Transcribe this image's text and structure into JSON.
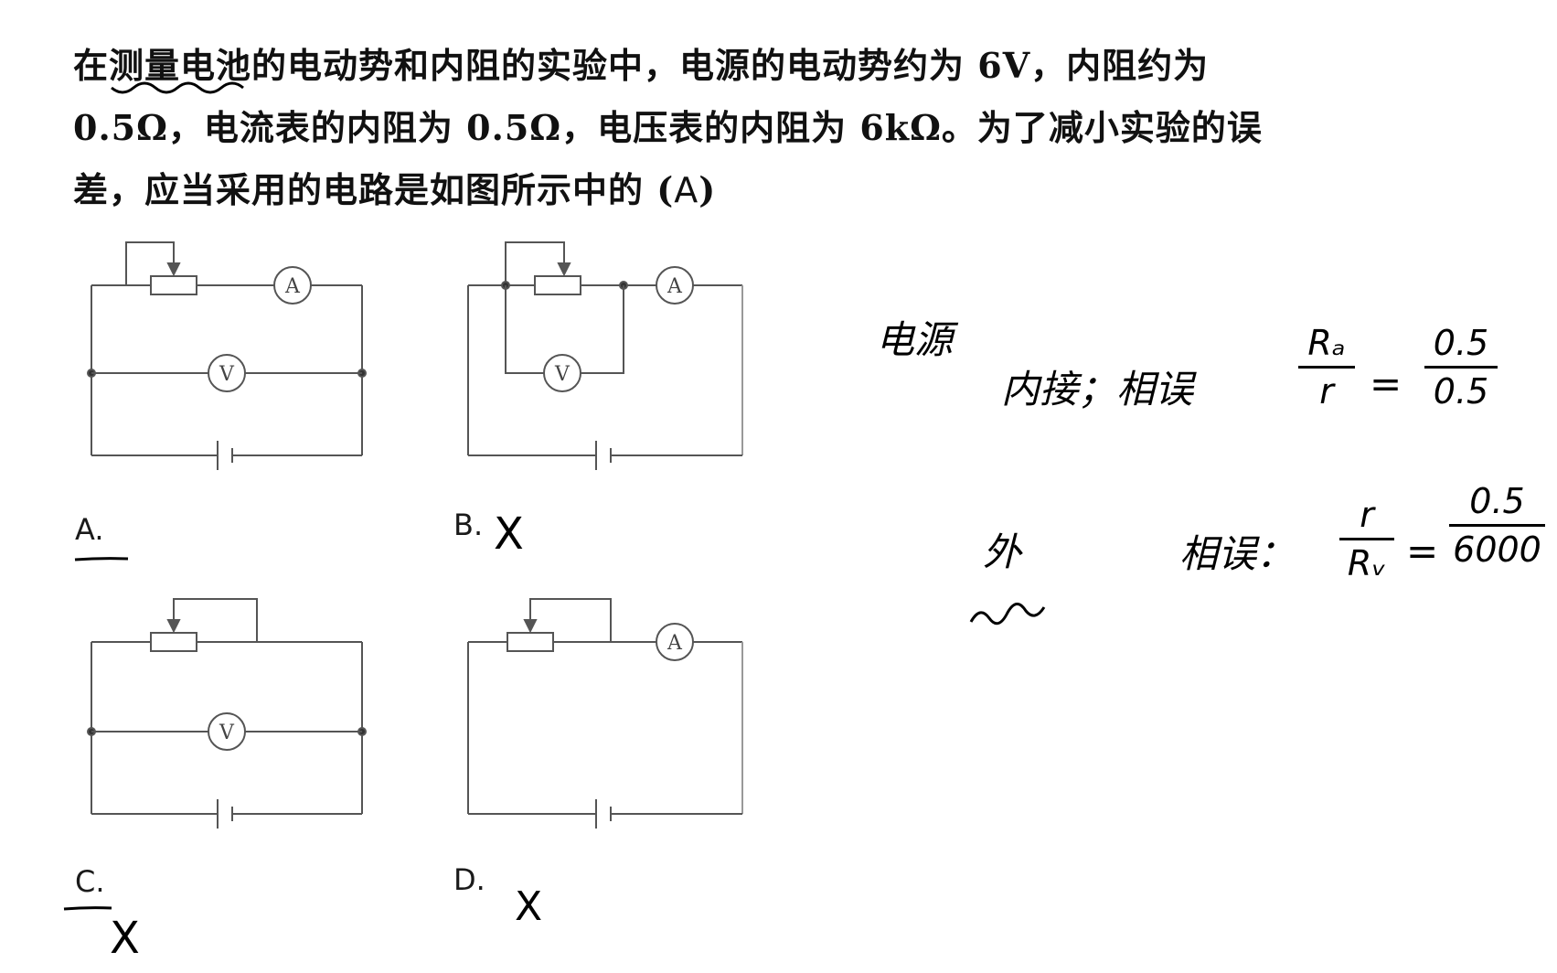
{
  "question": {
    "line1_pre": "在",
    "line1_underlined": "测量电池",
    "line1_post": "的电动势和内阻的实验中，电源的电动势约为 6V，内阻约为",
    "line2": "0.5Ω，电流表的内阻为 0.5Ω，电压表的内阻为 6kΩ。为了减小实验的误",
    "line3_pre": "差，应当采用的电路是如图所示中的 (",
    "answer": "A",
    "line3_post": ")"
  },
  "options": {
    "a": {
      "label": "A.",
      "mark": ""
    },
    "b": {
      "label": "B.",
      "mark": "X"
    },
    "c": {
      "label": "C.",
      "mark": "X"
    },
    "d": {
      "label": "D.",
      "mark": "X"
    }
  },
  "meters": {
    "ammeter": "A",
    "voltmeter": "V"
  },
  "notes": {
    "source": "电源",
    "internal": "内接；相误",
    "internal_num": "Rₐ",
    "internal_den": "r",
    "internal_eq": "=",
    "internal_num2": "0.5",
    "internal_den2": "0.5",
    "external": "外",
    "external_err": "相误：",
    "external_num": "r",
    "external_den": "Rᵥ",
    "external_eq": "=",
    "external_num2": "0.5",
    "external_den2": "6000"
  }
}
